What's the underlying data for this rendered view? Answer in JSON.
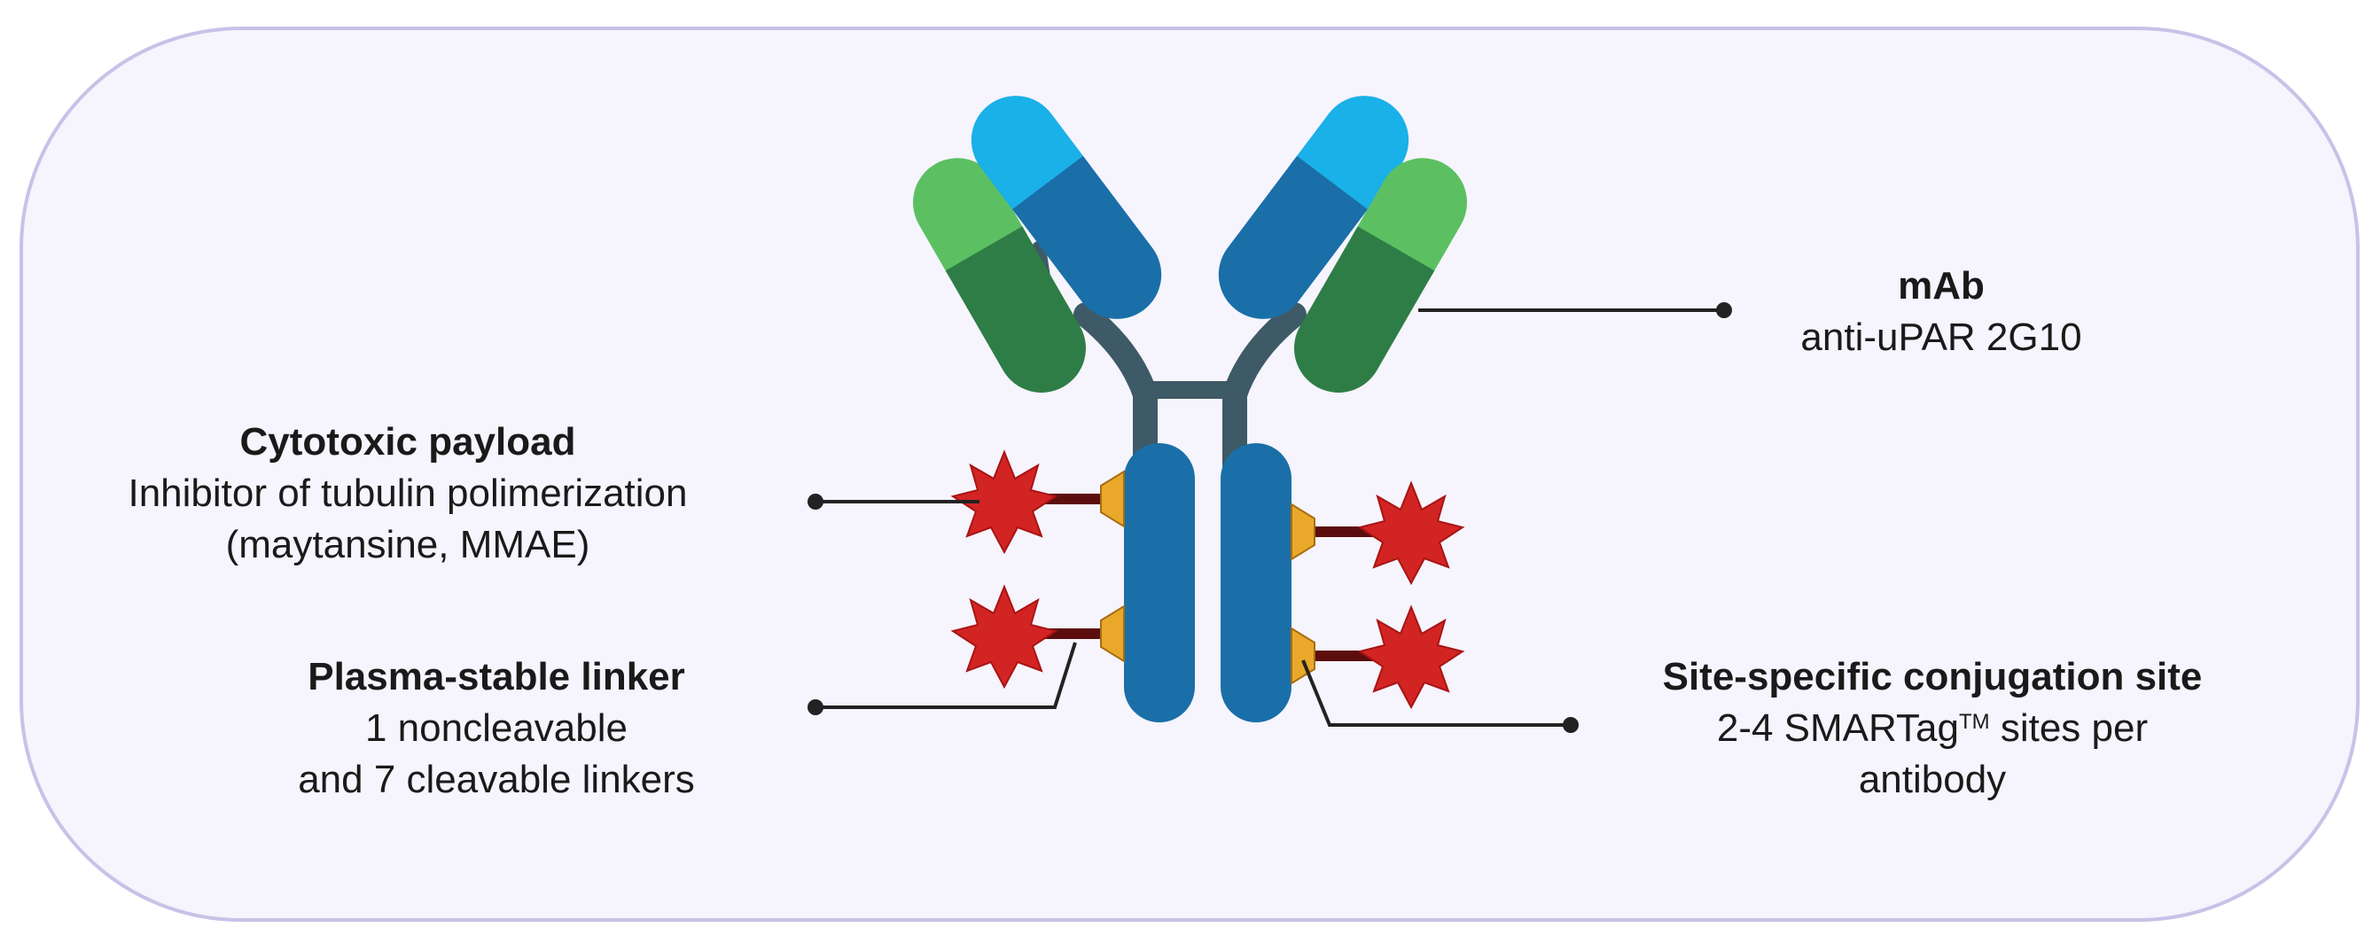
{
  "colors": {
    "background": "#f6f4fc",
    "border": "#c7c2e8",
    "heavy_chain_const": "#1a6fa8",
    "heavy_chain_variable": "#1ab0e8",
    "light_chain_const": "#2e7d46",
    "light_chain_variable": "#5cc063",
    "hinge": "#3e5a66",
    "payload": "#d32424",
    "linker": "#5c0d0d",
    "conjugation_site": "#e9a82a",
    "callout_line": "#222222"
  },
  "labels": {
    "mab": {
      "title": "mAb",
      "line1": "anti-uPAR 2G10"
    },
    "payload": {
      "title": "Cytotoxic payload",
      "line1": "Inhibitor of tubulin polimerization",
      "line2": "(maytansine, MMAE)"
    },
    "linker": {
      "title": "Plasma-stable linker",
      "line1": "1 noncleavable",
      "line2": "and 7 cleavable linkers"
    },
    "site": {
      "title": "Site-specific conjugation site",
      "line1_pre": "2-4 SMARTag",
      "line1_sup": "TM",
      "line1_post": " sites per",
      "line2": "antibody"
    }
  }
}
